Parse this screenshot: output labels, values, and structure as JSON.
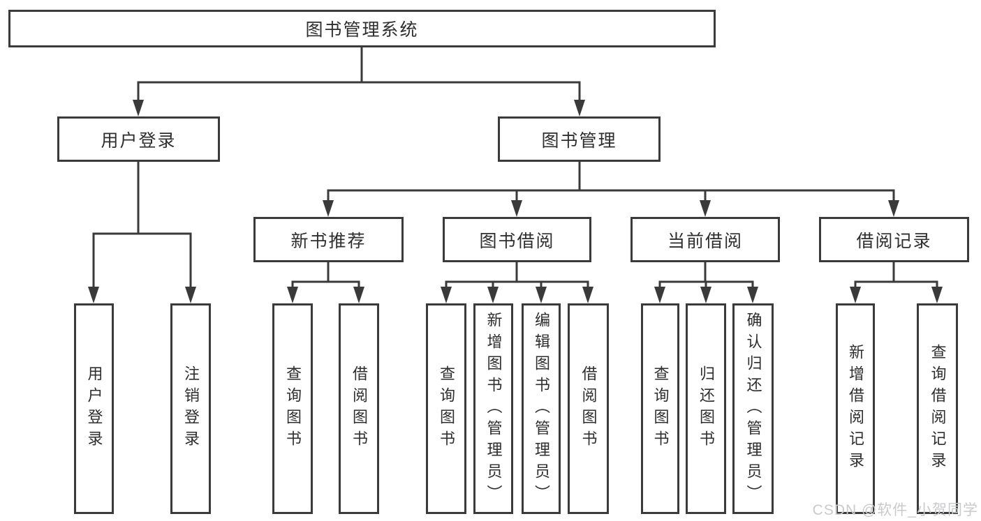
{
  "diagram": {
    "root": {
      "label": "图书管理系统"
    },
    "level2": [
      {
        "label": "用户登录"
      },
      {
        "label": "图书管理"
      }
    ],
    "level3": [
      {
        "label": "新书推荐"
      },
      {
        "label": "图书借阅"
      },
      {
        "label": "当前借阅"
      },
      {
        "label": "借阅记录"
      }
    ],
    "leaves": {
      "login": [
        {
          "label": "用户登录"
        },
        {
          "label": "注销登录"
        }
      ],
      "new_book": [
        {
          "label": "查询图书"
        },
        {
          "label": "借阅图书"
        }
      ],
      "borrow": [
        {
          "label": "查询图书"
        },
        {
          "label": "新增图书（管理员）"
        },
        {
          "label": "编辑图书（管理员）"
        },
        {
          "label": "借阅图书"
        }
      ],
      "current": [
        {
          "label": "查询图书"
        },
        {
          "label": "归还图书"
        },
        {
          "label": "确认归还（管理员）"
        }
      ],
      "records": [
        {
          "label": "新增借阅记录"
        },
        {
          "label": "查询借阅记录"
        }
      ]
    }
  },
  "watermark": "CSDN @软件_小贺同学",
  "colors": {
    "line": "#3a3a3a",
    "text": "#2e2e2e",
    "watermark": "#c9cacc",
    "background": "#ffffff"
  }
}
